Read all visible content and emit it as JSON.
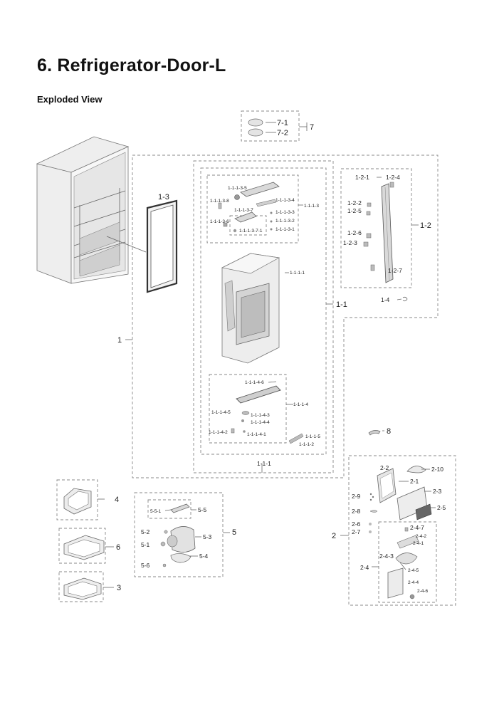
{
  "page": {
    "title": "6.  Refrigerator-Door-L",
    "subtitle": "Exploded View"
  },
  "labels": {
    "p1": "1",
    "p1_1": "1-1",
    "p1_1_1": "1-1-1",
    "p1_1_1_1": "1-1-1-1",
    "p1_1_1_2": "1-1-1-2",
    "p1_1_1_3": "1-1-1-3",
    "p1_1_1_3_1": "1-1-1-3-1",
    "p1_1_1_3_2": "1-1-1-3-2",
    "p1_1_1_3_3": "1-1-1-3-3",
    "p1_1_1_3_4": "1-1-1-3-4",
    "p1_1_1_3_5": "1-1-1-3-5",
    "p1_1_1_3_6": "1-1-1-3-6",
    "p1_1_1_3_7": "1-1-1-3-7",
    "p1_1_1_3_7_1": "1-1-1-3-7-1",
    "p1_1_1_3_8": "1-1-1-3-8",
    "p1_1_1_4": "1-1-1-4",
    "p1_1_1_4_1": "1-1-1-4-1",
    "p1_1_1_4_2": "1-1-1-4-2",
    "p1_1_1_4_3": "1-1-1-4-3",
    "p1_1_1_4_4": "1-1-1-4-4",
    "p1_1_1_4_5": "1-1-1-4-5",
    "p1_1_1_4_6": "1-1-1-4-6",
    "p1_1_1_5": "1-1-1-5",
    "p1_2": "1-2",
    "p1_2_1": "1-2-1",
    "p1_2_2": "1-2-2",
    "p1_2_3": "1-2-3",
    "p1_2_4": "1-2-4",
    "p1_2_5": "1-2-5",
    "p1_2_6": "1-2-6",
    "p1_2_7": "1-2-7",
    "p1_3": "1-3",
    "p1_4": "1-4",
    "p2": "2",
    "p2_1": "2-1",
    "p2_2": "2-2",
    "p2_3": "2-3",
    "p2_4": "2-4",
    "p2_4_1": "2-4-1",
    "p2_4_2": "2-4-2",
    "p2_4_3": "2-4-3",
    "p2_4_4": "2-4-4",
    "p2_4_5": "2-4-5",
    "p2_4_6": "2-4-6",
    "p2_4_7": "2-4-7",
    "p2_5": "2-5",
    "p2_6": "2-6",
    "p2_7": "2-7",
    "p2_8": "2-8",
    "p2_9": "2-9",
    "p2_10": "2-10",
    "p3": "3",
    "p4": "4",
    "p5": "5",
    "p5_1": "5-1",
    "p5_2": "5-2",
    "p5_3": "5-3",
    "p5_4": "5-4",
    "p5_5": "5-5",
    "p5_5_1": "5-5-1",
    "p5_6": "5-6",
    "p6": "6",
    "p7": "7",
    "p7_1": "7-1",
    "p7_2": "7-2",
    "p8": "8"
  }
}
